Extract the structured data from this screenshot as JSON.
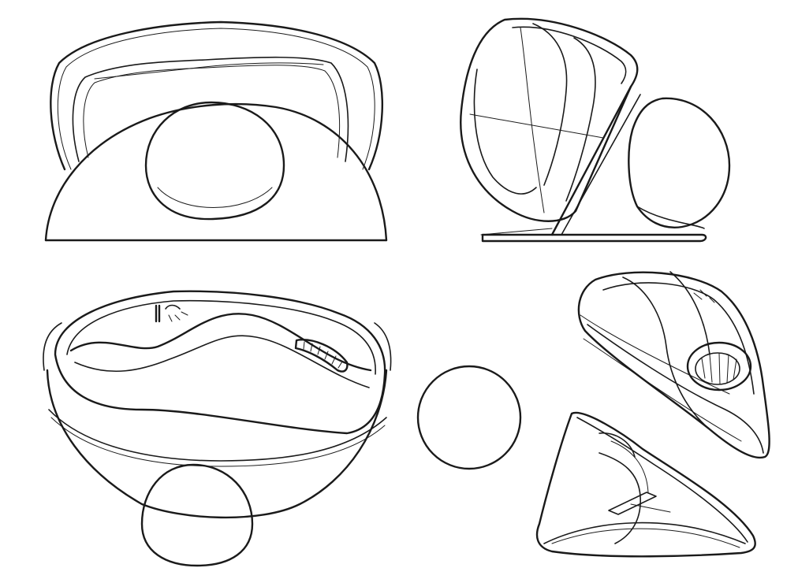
{
  "diagram": {
    "views": [
      {
        "id": "front",
        "icon": "trackball-mouse-front-view-icon"
      },
      {
        "id": "side",
        "icon": "trackball-mouse-side-view-icon"
      },
      {
        "id": "top",
        "icon": "trackball-mouse-top-view-icon"
      },
      {
        "id": "exploded",
        "icon": "trackball-mouse-exploded-view-icon"
      }
    ],
    "colors": {
      "background": "#ffffff",
      "line": "#1a1a1a"
    }
  }
}
